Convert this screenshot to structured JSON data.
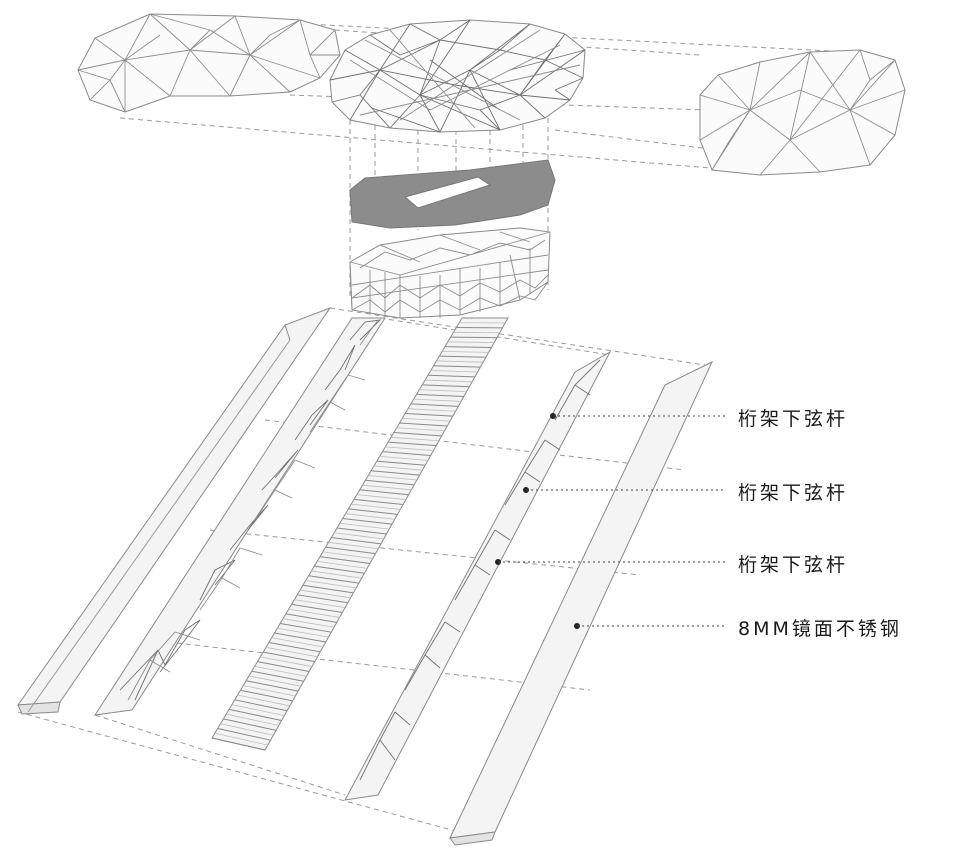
{
  "callouts": [
    {
      "label": "桁架下弦杆"
    },
    {
      "label": "桁架下弦杆"
    },
    {
      "label": "桁架下弦杆"
    },
    {
      "label": "8MM镜面不锈钢"
    }
  ]
}
